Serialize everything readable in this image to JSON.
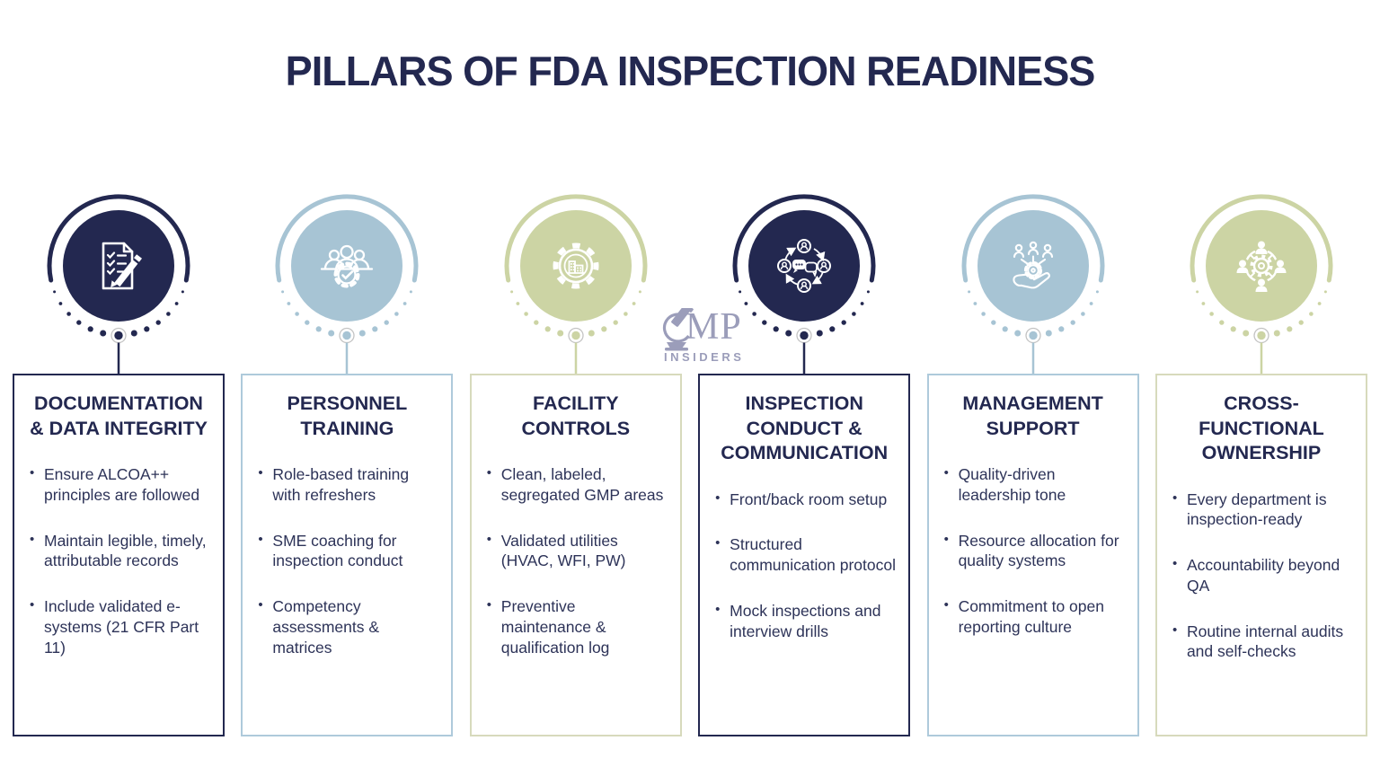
{
  "title": "PILLARS OF FDA INSPECTION READINESS",
  "watermark": {
    "gmp_text": "MP",
    "insiders_text": "INSIDERS"
  },
  "colors": {
    "navy": "#232850",
    "blue": "#a7c4d4",
    "green": "#ccd4a4",
    "logo": "#9b9dba",
    "body-text": "#2d3358"
  },
  "pillars": [
    {
      "title": "DOCUMENTATION & DATA INTEGRITY",
      "theme": "navy",
      "icon": "document-checklist-pencil-icon",
      "bullets": [
        "Ensure ALCOA++ principles are followed",
        "Maintain legible, timely, attributable records",
        "Include validated e-systems (21 CFR Part 11)"
      ]
    },
    {
      "title": "PERSONNEL TRAINING",
      "theme": "blue",
      "icon": "team-gear-check-icon",
      "bullets": [
        "Role-based training with refreshers",
        "SME coaching for inspection conduct",
        "Competency assessments & matrices"
      ]
    },
    {
      "title": "FACILITY CONTROLS",
      "theme": "green",
      "icon": "factory-gear-icon",
      "bullets": [
        "Clean, labeled, segregated GMP areas",
        "Validated utilities (HVAC, WFI, PW)",
        "Preventive maintenance & qualification log"
      ]
    },
    {
      "title": "INSPECTION CONDUCT & COMMUNICATION",
      "theme": "navy",
      "icon": "communication-cycle-icon",
      "bullets": [
        "Front/back room setup",
        "Structured communication protocol",
        "Mock inspections and interview drills"
      ]
    },
    {
      "title": "MANAGEMENT SUPPORT",
      "theme": "blue",
      "icon": "hand-gear-people-icon",
      "bullets": [
        "Quality-driven leadership tone",
        "Resource allocation for quality systems",
        "Commitment to open reporting culture"
      ]
    },
    {
      "title": "CROSS-FUNCTIONAL OWNERSHIP",
      "theme": "green",
      "icon": "people-network-gear-icon",
      "bullets": [
        "Every department is inspection-ready",
        "Accountability beyond QA",
        "Routine internal audits and self-checks"
      ]
    }
  ]
}
